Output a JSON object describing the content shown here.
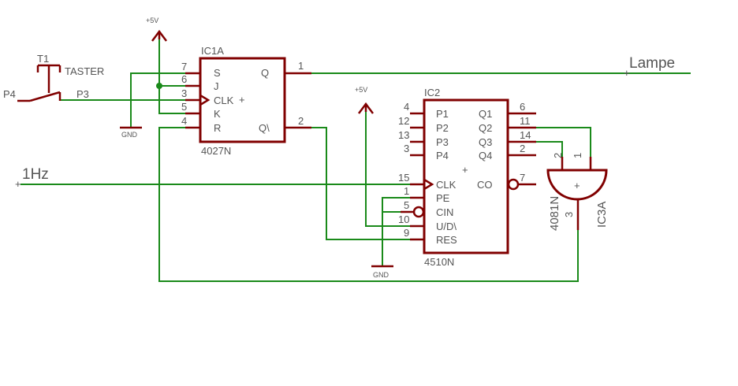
{
  "colors": {
    "wire": "#1a8a1a",
    "part": "#800000",
    "text": "#555555",
    "background": "#ffffff"
  },
  "nets": {
    "lampe": "Lampe",
    "clock": "1Hz",
    "plus": "+"
  },
  "supplies": {
    "vcc": "+5V",
    "gnd": "GND"
  },
  "switch": {
    "ref": "T1",
    "value": "TASTER",
    "pin_left": "P4",
    "pin_right": "P3"
  },
  "ic1": {
    "ref": "IC1A",
    "part": "4027N",
    "pins_left": [
      {
        "num": "7",
        "label": "S"
      },
      {
        "num": "6",
        "label": "J"
      },
      {
        "num": "3",
        "label": "CLK"
      },
      {
        "num": "5",
        "label": "K"
      },
      {
        "num": "4",
        "label": "R"
      }
    ],
    "pins_right": [
      {
        "num": "1",
        "label": "Q"
      },
      {
        "num": "2",
        "label": "Q\\"
      }
    ]
  },
  "ic2": {
    "ref": "IC2",
    "part": "4510N",
    "pins_left": [
      {
        "num": "4",
        "label": "P1"
      },
      {
        "num": "12",
        "label": "P2"
      },
      {
        "num": "13",
        "label": "P3"
      },
      {
        "num": "3",
        "label": "P4"
      },
      {
        "num": "15",
        "label": "CLK"
      },
      {
        "num": "1",
        "label": "PE"
      },
      {
        "num": "5",
        "label": "CIN"
      },
      {
        "num": "10",
        "label": "U/D\\"
      },
      {
        "num": "9",
        "label": "RES"
      }
    ],
    "pins_right": [
      {
        "num": "6",
        "label": "Q1"
      },
      {
        "num": "11",
        "label": "Q2"
      },
      {
        "num": "14",
        "label": "Q3"
      },
      {
        "num": "2",
        "label": "Q4"
      },
      {
        "num": "7",
        "label": "CO"
      }
    ]
  },
  "ic3": {
    "ref": "IC3A",
    "part": "4081N",
    "pin_in1": "1",
    "pin_in2": "2",
    "pin_out": "3"
  }
}
